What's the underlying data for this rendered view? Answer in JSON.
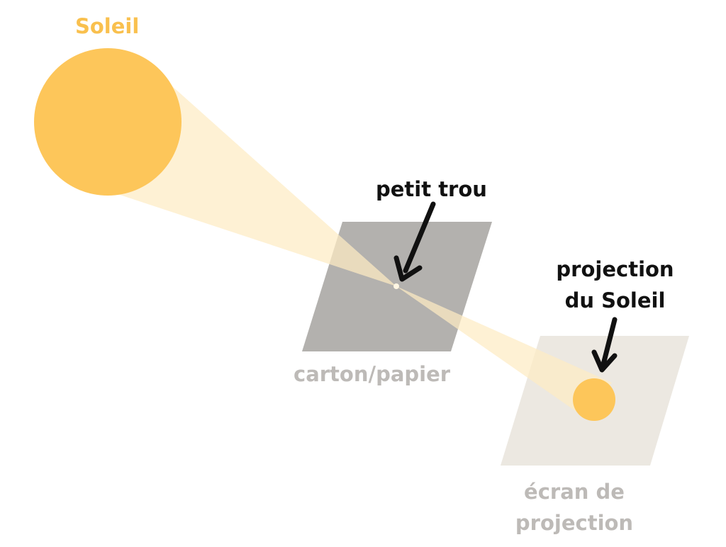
{
  "labels": {
    "sun": "Soleil",
    "pinhole": "petit trou",
    "projection_line1": "projection",
    "projection_line2": "du Soleil",
    "card": "carton/papier",
    "screen_line1": "écran de",
    "screen_line2": "projection"
  },
  "colors": {
    "sun": "#fdc65a",
    "beam": "#fdebc4",
    "card": "#b3b1ae",
    "screen": "#ece8e1",
    "arrow": "#111111",
    "card_label": "#bdbab7"
  }
}
